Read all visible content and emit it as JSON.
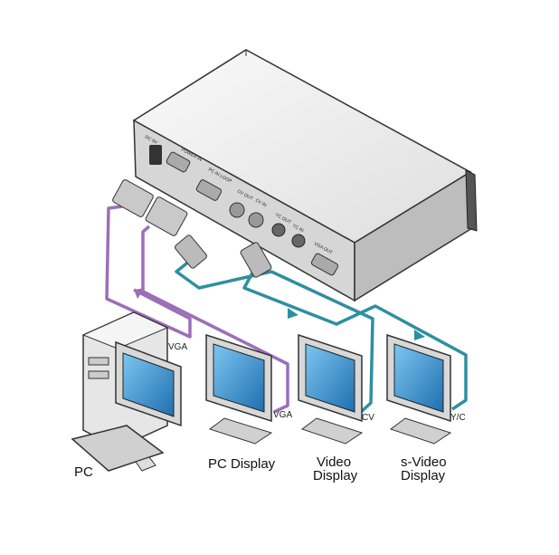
{
  "device": {
    "panel_labels": {
      "dc": "DC 5V",
      "power": "POWER IN",
      "pc_in": "PC IN LOOP",
      "cv_out": "CV OUT",
      "cv_in": "CV IN",
      "yc_out": "YC OUT",
      "yc_in": "YC IN",
      "vga_out": "VGA OUT"
    }
  },
  "cable_labels": {
    "pc_vga": "VGA",
    "display_vga": "VGA",
    "cv": "CV",
    "yc": "Y/C"
  },
  "captions": {
    "pc": "PC",
    "pc_display": "PC Display",
    "video_display_1": "Video",
    "video_display_2": "Display",
    "svideo_display_1": "s-Video",
    "svideo_display_2": "Display"
  },
  "colors": {
    "vga_cable": "#9b6fb8",
    "video_cable": "#2f8fa0",
    "device_body": "#dcdcdc",
    "device_top": "#f2f2f2",
    "screen": "#3f9fd8"
  }
}
